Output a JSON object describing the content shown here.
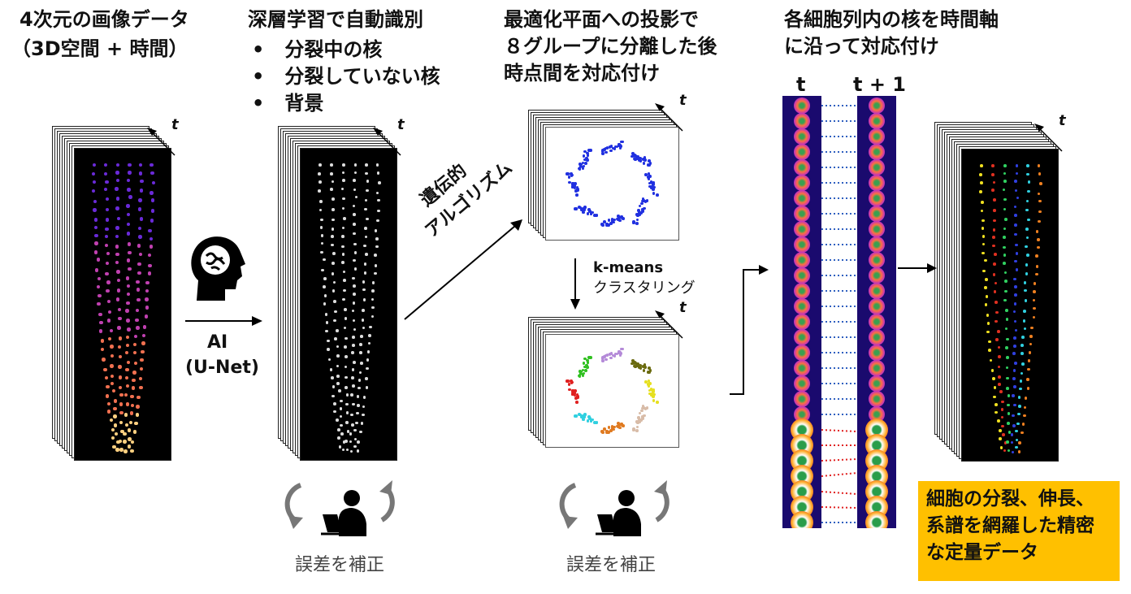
{
  "col1": {
    "title": "4次元の画像データ",
    "subtitle": "（3D空間 + 時間）"
  },
  "ai": {
    "label": "AI",
    "sub": "(U-Net)"
  },
  "col2": {
    "title": "深層学習で自動識別",
    "bullets": [
      "分裂中の核",
      "分裂していない核",
      "背景"
    ]
  },
  "ga": {
    "line1": "遺伝的",
    "line2": "アルゴリズム"
  },
  "col3": {
    "title": [
      "最適化平面への投影で",
      "８グループに分離した後",
      "時点間を対応付け"
    ],
    "kmeans": "k-means",
    "clustering": "クラスタリング"
  },
  "col4": {
    "title": [
      "各細胞列内の核を時間軸",
      "に沿って対応付け"
    ],
    "t": "t",
    "t1": "t + 1"
  },
  "correction": "誤差を補正",
  "time_label": "t",
  "result": {
    "lines": [
      "細胞の分裂、伸長、",
      "系譜を網羅した精密",
      "な定量データ"
    ],
    "color": "#ffc000"
  },
  "cluster_colors": [
    "#b48ad8",
    "#6b6b10",
    "#e6e020",
    "#d8bca8",
    "#e07a20",
    "#30d0e0",
    "#e02020",
    "#30c020"
  ]
}
